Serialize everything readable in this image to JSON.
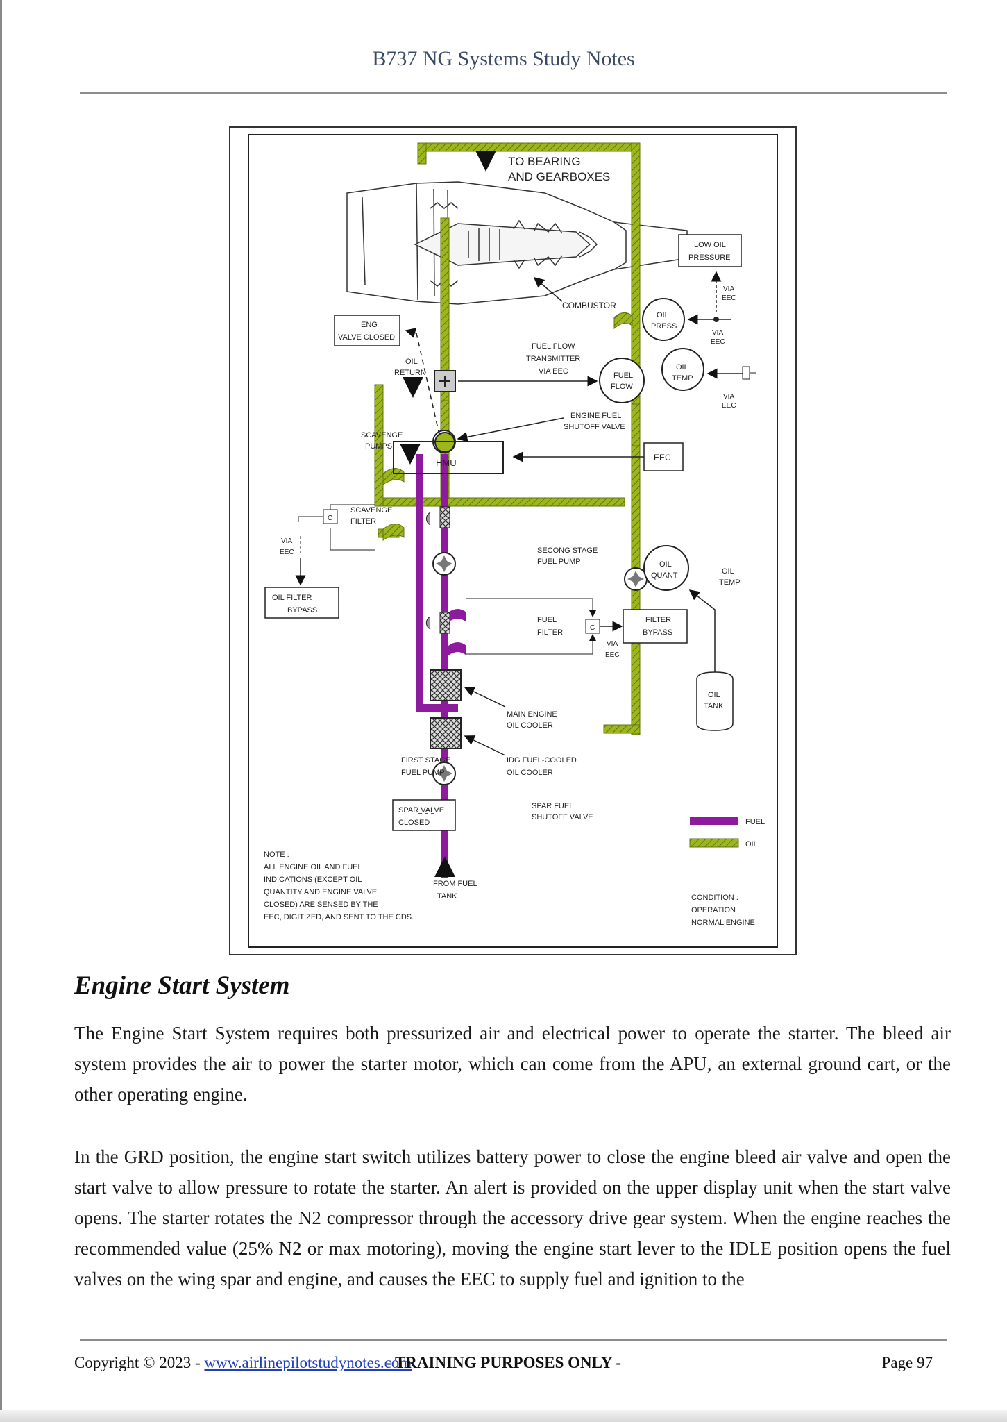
{
  "header": {
    "title": "B737 NG Systems Study Notes"
  },
  "diagram": {
    "labels": {
      "to_bearing": [
        "TO BEARING",
        "AND GEARBOXES"
      ],
      "low_oil_pressure": [
        "LOW OIL",
        "PRESSURE"
      ],
      "combustor": "COMBUSTOR",
      "eng_valve_closed": [
        "ENG",
        "VALVE CLOSED"
      ],
      "oil_return": [
        "OIL",
        "RETURN"
      ],
      "fuel_flow_transmitter": [
        "FUEL FLOW",
        "TRANSMITTER",
        "VIA EEC"
      ],
      "fuel_flow": [
        "FUEL",
        "FLOW"
      ],
      "oil_press": [
        "OIL",
        "PRESS"
      ],
      "oil_temp_gauge": [
        "OIL",
        "TEMP"
      ],
      "via_eec": [
        "VIA",
        "EEC"
      ],
      "engine_fuel_shutoff": [
        "ENGINE FUEL",
        "SHUTOFF VALVE"
      ],
      "scavenge_pumps": [
        "SCAVENGE",
        "PUMPS"
      ],
      "hmu": "HMU",
      "eec": "EEC",
      "scavenge_filter": [
        "SCAVENGE",
        "FILTER"
      ],
      "c": "C",
      "oil_filter_bypass": [
        "OIL FILTER",
        "BYPASS"
      ],
      "second_stage_pump": [
        "SECONG STAGE",
        "FUEL PUMP"
      ],
      "oil_quant": [
        "OIL",
        "QUANT"
      ],
      "oil_temp_right": [
        "OIL",
        "TEMP"
      ],
      "fuel_filter": [
        "FUEL",
        "FILTER"
      ],
      "filter_bypass": [
        "FILTER",
        "BYPASS"
      ],
      "oil_tank": [
        "OIL",
        "TANK"
      ],
      "main_engine_oil_cooler": [
        "MAIN ENGINE",
        "OIL COOLER"
      ],
      "first_stage_pump": [
        "FIRST STAGE",
        "FUEL PUMP"
      ],
      "idg_cooler": [
        "IDG FUEL-COOLED",
        "OIL COOLER"
      ],
      "spar_valve_closed": [
        "SPAR VALVE",
        "CLOSED"
      ],
      "spar_fuel_shutoff": [
        "SPAR FUEL",
        "SHUTOFF VALVE"
      ],
      "legend_fuel": "FUEL",
      "legend_oil": "OIL",
      "note": [
        "NOTE :",
        "ALL ENGINE OIL AND FUEL",
        "INDICATIONS (EXCEPT OIL",
        "QUANTITY AND ENGINE VALVE",
        "CLOSED) ARE SENSED BY THE",
        "EEC, DIGITIZED, AND SENT TO THE CDS."
      ],
      "from_fuel_tank": [
        "FROM FUEL",
        "TANK"
      ],
      "condition": [
        "CONDITION :",
        "OPERATION",
        "NORMAL ENGINE"
      ]
    },
    "colors": {
      "fuel": "#8e1a9e",
      "oil": "#9cb61c",
      "oil_hatch": "#6e8410"
    }
  },
  "section": {
    "heading": "Engine Start System",
    "paragraphs": [
      "The Engine Start System requires both pressurized air and electrical power to operate the starter. The bleed air system provides the air to power the starter motor, which can come from the APU, an external ground cart, or the other operating engine.",
      "In the GRD position, the engine start switch utilizes battery power to close the engine bleed air valve and open the start valve to allow pressure to rotate the starter. An alert is provided on the upper display unit when the start valve opens. The starter rotates the N2 compressor through the accessory drive gear system. When the engine reaches the recommended value (25% N2 or max motoring), moving the engine start lever to the IDLE position opens the fuel valves on the wing spar and engine, and causes the EEC to supply fuel and ignition to the"
    ]
  },
  "footer": {
    "copyright_prefix": "Copyright © 2023 - ",
    "link": "www.airlinepilotstudynotes.com",
    "training": "- TRAINING PURPOSES ONLY -",
    "page": "Page 97"
  }
}
